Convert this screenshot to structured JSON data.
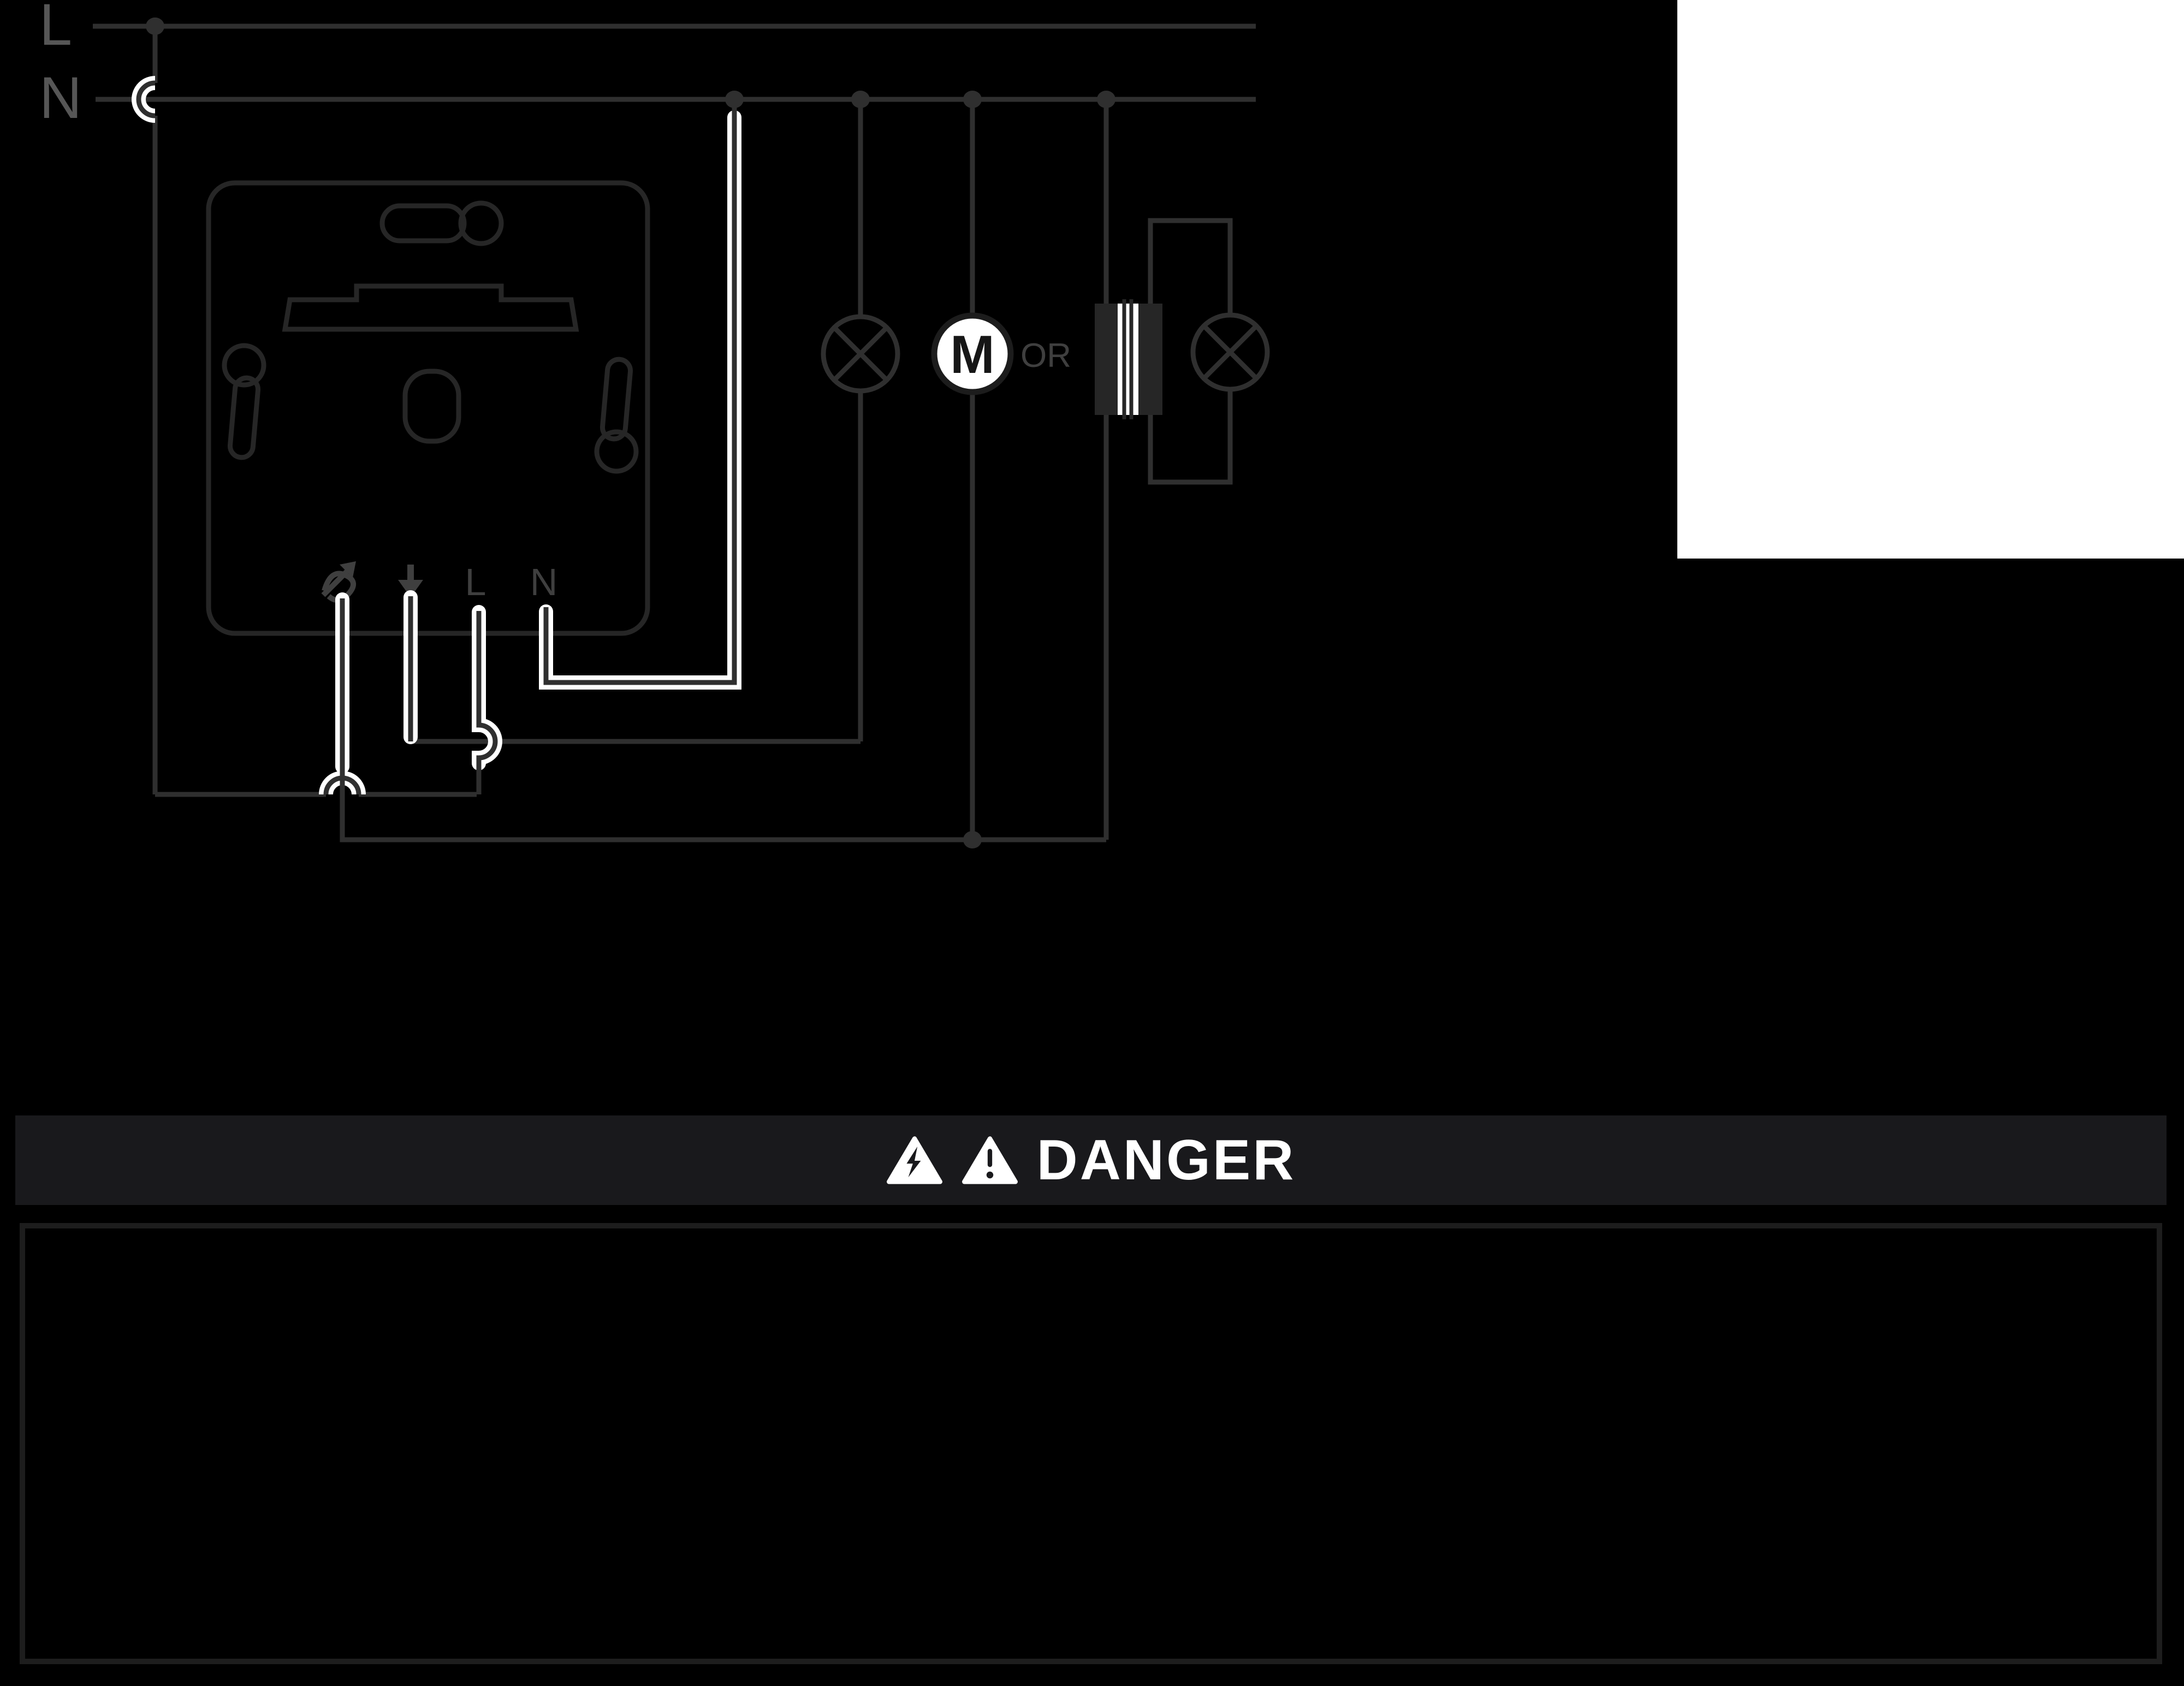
{
  "colors": {
    "page_background": "#000000",
    "wire": "#2f2f2f",
    "device_outline": "#262626",
    "supply_label_gray": "#565656",
    "terminal_gray": "#3f3f3f",
    "halo_white": "#ffffff",
    "motor_fill": "#ffffff",
    "motor_text": "#161616",
    "banner_background": "#19191c",
    "banner_text": "#ffffff",
    "notes_box_border": "#1d1d1d"
  },
  "schematic": {
    "supply": {
      "line_label": "L",
      "neutral_label": "N"
    },
    "terminals": {
      "line_label": "L",
      "neutral_label": "N"
    },
    "motor_label": "M",
    "or_label": "OR"
  },
  "danger_banner": {
    "label": "DANGER"
  }
}
